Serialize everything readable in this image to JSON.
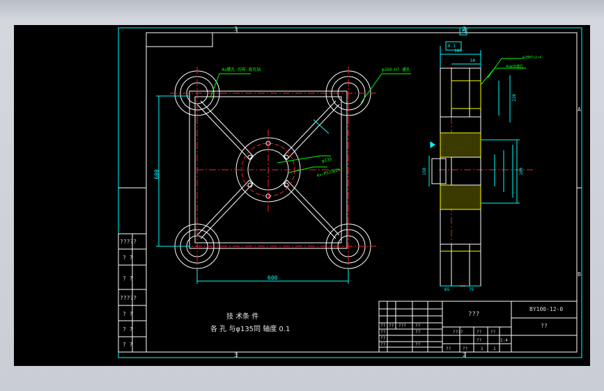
{
  "colors": {
    "background": "#000000",
    "frame": "#ffffff",
    "border_aux": "#00ffff",
    "dimension": "#00ffff",
    "centerline": "#ff2020",
    "leader_text": "#00ff00",
    "hatch": "#ffff00"
  },
  "technical_requirements": {
    "title": "技 术条 件",
    "line1": "各 孔 与φ135同 轴度  0.1"
  },
  "title_block": {
    "drawing_number": "BY100-12-0",
    "part_name": "???",
    "sub_label": "??",
    "grid_small": [
      "??",
      "??",
      "???",
      "??",
      "??",
      "??",
      "??",
      "??",
      "??"
    ],
    "lower_row": [
      "????",
      "??",
      "??",
      "??",
      "1:4"
    ],
    "bottom_row": [
      "??",
      "??",
      "1",
      "1"
    ]
  },
  "left_strip": [
    "?????",
    "? ?",
    "? ?",
    "?????",
    "? ?",
    "? ?",
    "? ?"
  ],
  "zone_marks": {
    "top": [
      "3",
      "2"
    ],
    "right": [
      "A",
      "B"
    ],
    "bottom": [
      "3",
      "2"
    ]
  },
  "dimensions": {
    "plan_width": "600",
    "plan_height": "600",
    "side_top_width": "160",
    "side_gap": "50",
    "datum_label": "1",
    "tol_box": "0.1",
    "side_height_1": "220",
    "side_height_2": "180",
    "side_bore": "150",
    "bottom_1": "65",
    "bottom_2": "75"
  },
  "leaders": {
    "hole_note": "4x螺孔 均布 底孔钻",
    "bore_note": "φ260 H7 通孔",
    "thread_note": "4x-M12深25",
    "center_note": "φ135",
    "side_note_1": "φ28H7×2×4",
    "side_note_2": "4xφ16通孔"
  }
}
